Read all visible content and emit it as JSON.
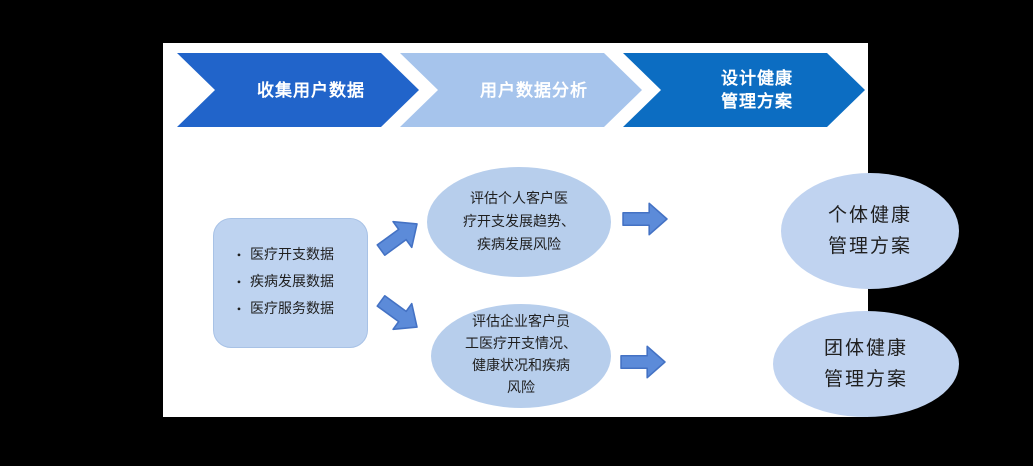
{
  "page": {
    "background": "#000000",
    "panel_background": "#FFFFFF",
    "text_color": "#1F1F1F"
  },
  "steps": [
    {
      "label": "收集用户数据",
      "fill": "#2164CA",
      "text_color": "#FFFFFF"
    },
    {
      "label": "用户数据分析",
      "fill": "#A6C4EC",
      "text_color": "#FFFFFF"
    },
    {
      "label": "设计健康\n管理方案",
      "fill": "#0C6DC2",
      "text_color": "#FFFFFF"
    }
  ],
  "source_box": {
    "fill": "#BED3F0",
    "bullet": "•",
    "items": [
      "医疗开支数据",
      "疾病发展数据",
      "医疗服务数据"
    ]
  },
  "analysis": [
    {
      "text": "评估个人客户医\n疗开支发展趋势、\n疾病发展风险",
      "fill": "#B7CEEC"
    },
    {
      "text": "评估企业客户员\n工医疗开支情况、\n健康状况和疾病\n风险",
      "fill": "#B7CEEC"
    }
  ],
  "plans": [
    {
      "text": "个体健康\n管理方案",
      "fill": "#C0D3F0"
    },
    {
      "text": "团体健康\n管理方案",
      "fill": "#C0D3F0"
    }
  ],
  "arrows": {
    "fill": "#5C8BD9",
    "stroke": "#4472C4"
  }
}
